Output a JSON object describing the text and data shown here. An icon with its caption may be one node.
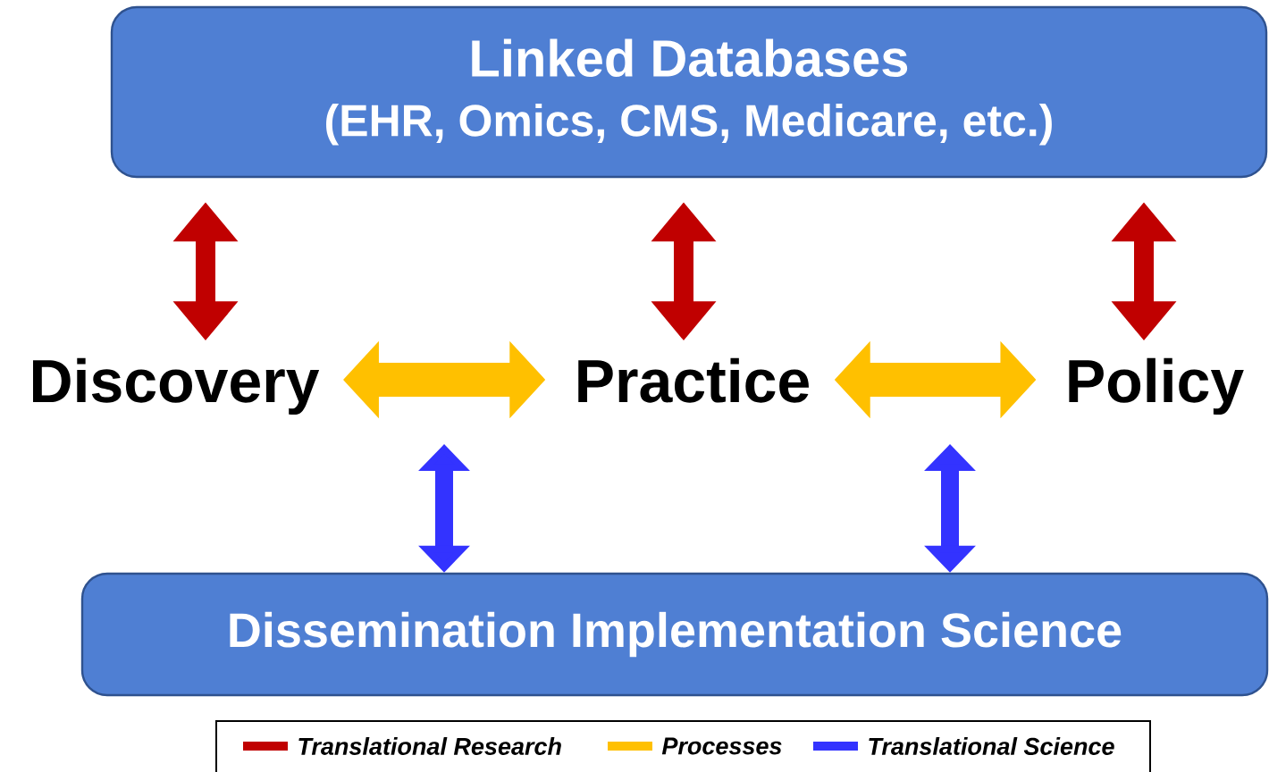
{
  "diagram": {
    "nodes": [
      {
        "text": [
          "Linked Databases",
          "(EHR, Omics, CMS, Medicare, etc.)"
        ]
      },
      {
        "text": [
          "Discovery"
        ]
      },
      {
        "text": [
          "Practice"
        ]
      },
      {
        "text": [
          "Policy"
        ]
      },
      {
        "text": [
          "Dissemination Implementation Science"
        ]
      }
    ],
    "edges": [
      {
        "from": 1,
        "to": 0,
        "arrow": "both",
        "color": "#c00000"
      },
      {
        "from": 2,
        "to": 0,
        "arrow": "both",
        "color": "#c00000"
      },
      {
        "from": 3,
        "to": 0,
        "arrow": "both",
        "color": "#c00000"
      },
      {
        "from": 1,
        "to": 2,
        "arrow": "both",
        "color": "#ffc000"
      },
      {
        "from": 2,
        "to": 3,
        "arrow": "both",
        "color": "#ffc000"
      },
      {
        "from": null,
        "to": 4,
        "arrow": "both",
        "color": "#3333ff"
      },
      {
        "from": null,
        "to": 4,
        "arrow": "both",
        "color": "#3333ff"
      }
    ],
    "legend": [
      {
        "text": "Translational Research",
        "color": "#c00000"
      },
      {
        "text": "Processes",
        "color": "#ffc000"
      },
      {
        "text": "Translational Science",
        "color": "#3333ff"
      }
    ]
  }
}
